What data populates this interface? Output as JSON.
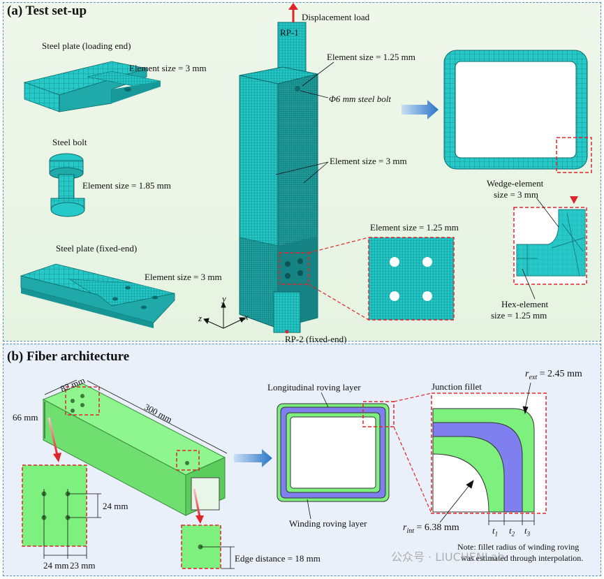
{
  "panel_a": {
    "title": "(a) Test set-up",
    "labels": {
      "plate_loading": "Steel plate (loading end)",
      "plate_loading_elem": "Element size = 3 mm",
      "bolt": "Steel bolt",
      "bolt_elem": "Element size = 1.85 mm",
      "plate_fixed": "Steel plate (fixed-end)",
      "plate_fixed_elem": "Element size = 3 mm",
      "displacement": "Displacement load",
      "rp1": "RP-1",
      "rp2": "RP-2 (fixed-end)",
      "elem_top": "Element size = 1.25 mm",
      "bolt_dia": "Φ6 mm steel bolt",
      "elem_mid": "Element size = 3 mm",
      "elem_zoom": "Element size = 1.25 mm",
      "wedge_1": "Wedge-element",
      "wedge_2": "size = 3 mm",
      "hex_1": "Hex-element",
      "hex_2": "size = 1.25 mm",
      "axis_y": "y",
      "axis_z": "z",
      "axis_x": "x"
    }
  },
  "panel_b": {
    "title": "(b) Fiber architecture",
    "labels": {
      "dim_82": "82 mm",
      "dim_300": "300 mm",
      "dim_66": "66 mm",
      "dim_24v": "24 mm",
      "dim_24h": "24 mm",
      "dim_23": "23 mm",
      "edge_distance": "Edge distance = 18 mm",
      "longitudinal": "Longitudinal roving layer",
      "winding": "Winding roving layer",
      "junction": "Junction fillet",
      "r_ext": "= 2.45 mm",
      "r_int": "= 6.38 mm",
      "r_ext_sym": "r",
      "r_ext_sub": "ext",
      "r_int_sym": "r",
      "r_int_sub": "int",
      "t1": "t",
      "t1_sub": "1",
      "t2": "t",
      "t2_sub": "2",
      "t3": "t",
      "t3_sub": "3",
      "note_1": "Note: fillet radius of winding roving",
      "note_2": "was estimated through interpolation.",
      "watermark": "公众号 · LIUCHENLab"
    }
  },
  "colors": {
    "mesh": "#22c4c4",
    "mesh_dark": "#0e6b6b",
    "green": "#7ef07e",
    "blue_layer": "#7f7ff0",
    "red_dash": "#e0252a",
    "arrow_blue": "#2a74c8"
  }
}
